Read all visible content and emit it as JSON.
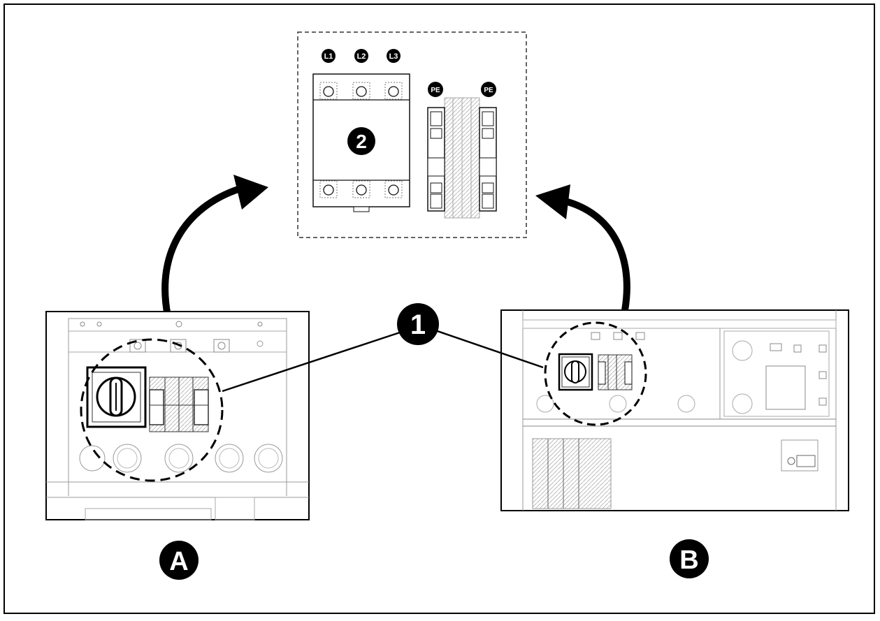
{
  "callouts": {
    "one": "1",
    "two": "2",
    "a": "A",
    "b": "B"
  },
  "terminals": {
    "l1": "L1",
    "l2": "L2",
    "l3": "L3",
    "pe_left": "PE",
    "pe_right": "PE"
  },
  "colors": {
    "ink": "#000000",
    "line": "#222222",
    "light_line": "#9a9a9a",
    "background": "#ffffff"
  }
}
